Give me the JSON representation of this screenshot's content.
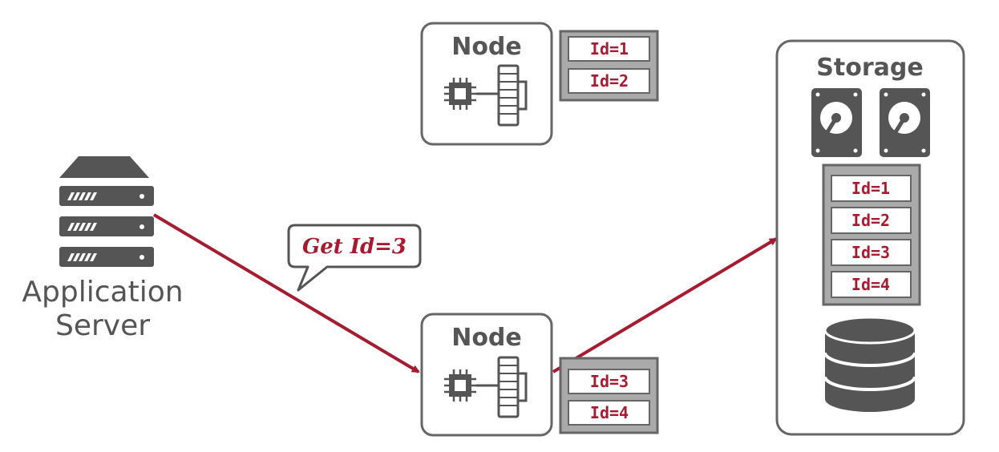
{
  "nodes": [
    {
      "title": "Node",
      "records": [
        "Id=1",
        "Id=2"
      ]
    },
    {
      "title": "Node",
      "records": [
        "Id=3",
        "Id=4"
      ]
    }
  ],
  "storage": {
    "title": "Storage",
    "records": [
      "Id=1",
      "Id=2",
      "Id=3",
      "Id=4"
    ]
  },
  "app_server": {
    "label_line1": "Application",
    "label_line2": "Server"
  },
  "request": {
    "label": "Get Id=3"
  },
  "colors": {
    "gray": "#555555",
    "arrow": "#a51c30",
    "record_bg": "#aaaaaa",
    "box_stroke": "#666666"
  }
}
